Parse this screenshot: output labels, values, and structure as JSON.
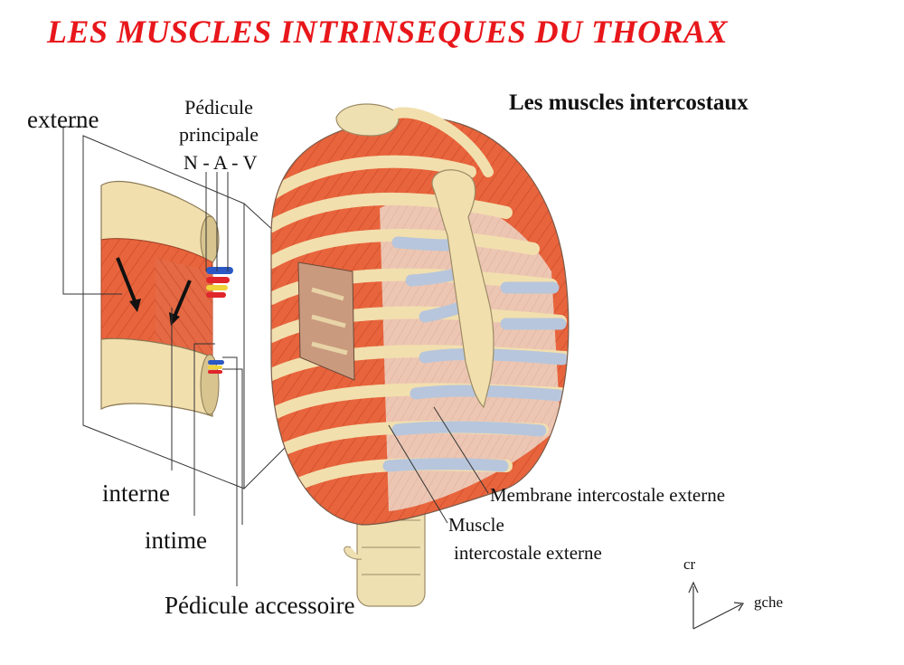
{
  "title": "LES MUSCLES INTRINSEQUES DU THORAX",
  "subtitle": "Les muscles intercostaux",
  "labels": {
    "externe": "externe",
    "pedicule_principale_line1": "Pédicule",
    "pedicule_principale_line2": "principale",
    "nav": "N - A - V",
    "interne": "interne",
    "intime": "intime",
    "pedicule_accessoire": "Pédicule accessoire",
    "membrane": "Membrane intercostale externe",
    "muscle_line1": "Muscle",
    "muscle_line2": "intercostale externe",
    "cr": "cr",
    "gche": "gche"
  },
  "colors": {
    "title": "#e8171b",
    "muscle": "#e8643c",
    "bone": "#f2dfae",
    "cartilage": "#b7c6dc",
    "membrane": "#eac3b0",
    "vein": "#2b58c4",
    "artery": "#e0262a",
    "nerve": "#f0d23a"
  },
  "icons": [
    "thorax-illustration",
    "intercostal-detail-illustration",
    "orientation-arrows-icon"
  ]
}
